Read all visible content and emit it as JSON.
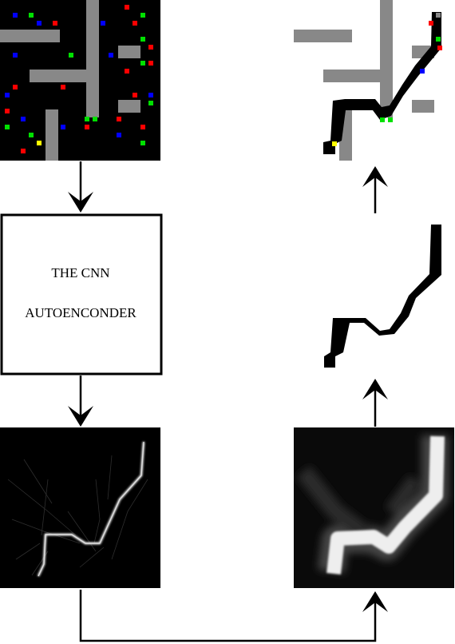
{
  "autoencoder_box": {
    "line1": "THE CNN",
    "line2": "AUTOENCONDER"
  },
  "colors": {
    "background": "#ffffff",
    "map_background": "#000000",
    "obstacle": "#888888",
    "dot_red": "#ff0000",
    "dot_green": "#00e000",
    "dot_blue": "#0000ff",
    "dot_yellow": "#ffff00",
    "path": "#000000",
    "arrow": "#000000"
  },
  "panels": [
    {
      "id": "input-map",
      "description_icon": "grid-map-with-obstacles"
    },
    {
      "id": "autoencoder",
      "description_icon": "box"
    },
    {
      "id": "raw-output",
      "description_icon": "heatmap-dark"
    },
    {
      "id": "smoothed-output",
      "description_icon": "heatmap-blurred"
    },
    {
      "id": "binary-path",
      "description_icon": "path-shape"
    },
    {
      "id": "overlay-result",
      "description_icon": "path-over-map"
    }
  ]
}
